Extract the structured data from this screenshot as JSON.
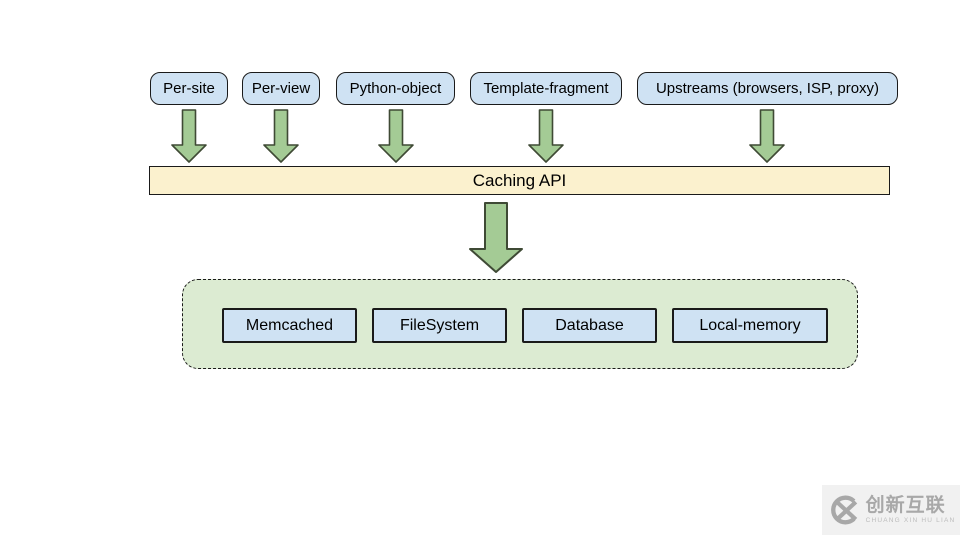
{
  "diagram": {
    "top_row": {
      "items": [
        {
          "label": "Per-site"
        },
        {
          "label": "Per-view"
        },
        {
          "label": "Python-object"
        },
        {
          "label": "Template-fragment"
        },
        {
          "label": "Upstreams (browsers, ISP, proxy)"
        }
      ]
    },
    "caching_api": {
      "label": "Caching API"
    },
    "backends": {
      "items": [
        {
          "label": "Memcached"
        },
        {
          "label": "FileSystem"
        },
        {
          "label": "Database"
        },
        {
          "label": "Local-memory"
        }
      ]
    }
  },
  "watermark": {
    "brand_cn": "创新互联",
    "brand_en": "CHUANG XIN HU LIAN"
  },
  "colors": {
    "box_blue": "#CFE2F3",
    "bar_yellow": "#FBF1CE",
    "container_green": "#DCEBD2",
    "arrow_fill": "#A4CB95",
    "arrow_stroke": "#3F4A35",
    "border_dark": "#1a1a1a",
    "watermark_gray": "#A8A8A8"
  }
}
